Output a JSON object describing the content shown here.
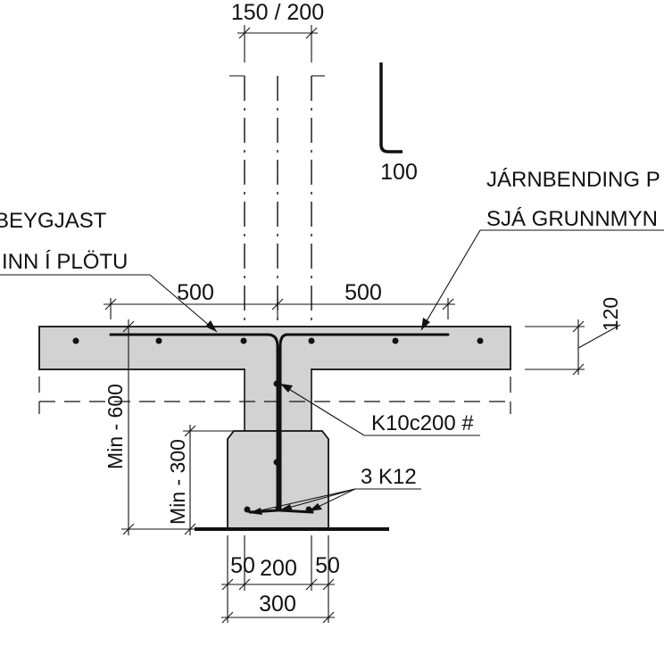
{
  "dimensions": {
    "top_width": "150 / 200",
    "hook_length": "100",
    "slab_left": "500",
    "slab_right": "500",
    "slab_thickness": "120",
    "wall_min_depth": "Min - 600",
    "footing_min_depth": "Min - 300",
    "footing_left": "50",
    "footing_mid": "200",
    "footing_right": "50",
    "footing_total": "300"
  },
  "notes": {
    "bend_line1": "BEYGJAST",
    "bend_line2": "INN Í PLÖTU",
    "rebar_ref_line1": "JÁRNBENDING P",
    "rebar_ref_line2": "SJÁ GRUNNMYN",
    "stirrup": "K10c200 #",
    "bottom_bars": "3 K12"
  },
  "colors": {
    "concrete": "#d2d2d2",
    "ink": "#111111"
  }
}
